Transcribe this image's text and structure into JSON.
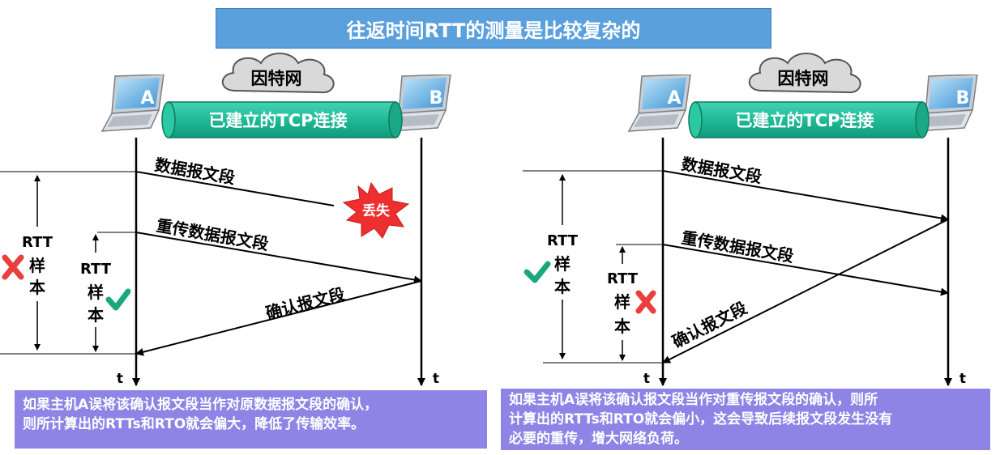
{
  "title": "往返时间RTT的测量是比较复杂的",
  "left": {
    "cloud_label": "因特网",
    "host_a": "A",
    "host_b": "B",
    "connection_label": "已建立的TCP连接",
    "msg_data": "数据报文段",
    "lost_label": "丢失",
    "msg_retransmit": "重传数据报文段",
    "msg_ack": "确认报文段",
    "rtt_outer": {
      "rtt": "RTT",
      "line1": "样",
      "line2": "本",
      "mark": "wrong"
    },
    "rtt_inner": {
      "rtt": "RTT",
      "line1": "样",
      "line2": "本",
      "mark": "right"
    },
    "time_a": "t",
    "time_b": "t",
    "caption": [
      "如果主机A误将该确认报文段当作对原数据报文段的确认，",
      "则所计算出的RTTs和RTO就会偏大，降低了传输效率。"
    ]
  },
  "right": {
    "cloud_label": "因特网",
    "host_a": "A",
    "host_b": "B",
    "connection_label": "已建立的TCP连接",
    "msg_data": "数据报文段",
    "msg_retransmit": "重传数据报文段",
    "msg_ack": "确认报文段",
    "rtt_outer": {
      "rtt": "RTT",
      "line1": "样",
      "line2": "本",
      "mark": "right"
    },
    "rtt_inner": {
      "rtt": "RTT",
      "line1": "样",
      "line2": "本",
      "mark": "wrong"
    },
    "time_a": "t",
    "time_b": "t",
    "caption": [
      "如果主机A误将该确认报文段当作对重传报文段的确认，则所",
      "计算出的RTTs和RTO就会偏小，这会导致后续报文段发生没有",
      "必要的重传，增大网络负荷。"
    ]
  },
  "colors": {
    "title_bg": "#5aa0dc",
    "caption_bg": "#8e84e6",
    "pipe": "#1fba96",
    "cloud": "#d9d9d9",
    "wrong": "#e8403c",
    "right": "#1aa77e",
    "burst": "#ee2f2f"
  }
}
